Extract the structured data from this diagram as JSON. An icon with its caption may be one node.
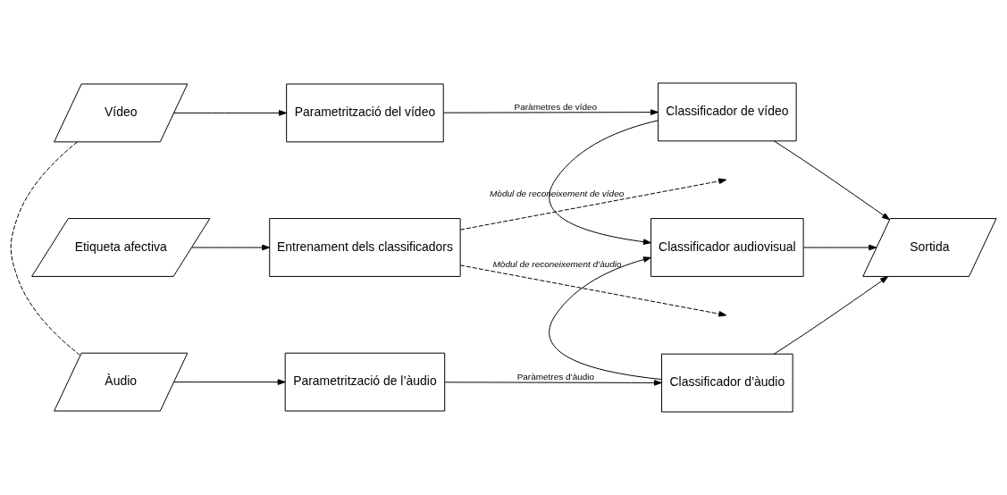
{
  "diagram": {
    "nodes": [
      {
        "text": [
          "Vídeo"
        ]
      },
      {
        "text": [
          "Parametrització del vídeo"
        ]
      },
      {
        "text": [
          "Classificador de vídeo"
        ]
      },
      {
        "text": [
          "Etiqueta afectiva"
        ]
      },
      {
        "text": [
          "Entrenament dels classificadors"
        ]
      },
      {
        "text": [
          "Classificador audiovisual"
        ]
      },
      {
        "text": [
          "Sortida"
        ]
      },
      {
        "text": [
          "Àudio"
        ]
      },
      {
        "text": [
          "Parametrització de l’àudio"
        ]
      },
      {
        "text": [
          "Classificador d’àudio"
        ]
      }
    ],
    "edges": [
      {
        "from": 0,
        "to": 1,
        "arrow": "to"
      },
      {
        "from": 1,
        "to": 2,
        "arrow": "to",
        "label": "Paràmetres de vídeo"
      },
      {
        "from": 2,
        "to": 5,
        "arrow": "to"
      },
      {
        "from": 2,
        "to": 6,
        "arrow": "to"
      },
      {
        "from": 0,
        "to": 7,
        "arrow": "none",
        "style": "dashed"
      },
      {
        "from": 3,
        "to": 4,
        "arrow": "to"
      },
      {
        "from": 4,
        "to": null,
        "arrow": "to",
        "style": "dashed",
        "label": "Mòdul de reconeixement de vídeo"
      },
      {
        "from": 4,
        "to": null,
        "arrow": "to",
        "style": "dashed",
        "label": "Mòdul de reconeixement d’àudio"
      },
      {
        "from": 5,
        "to": 6,
        "arrow": "to"
      },
      {
        "from": 9,
        "to": 5,
        "arrow": "to"
      },
      {
        "from": 9,
        "to": 6,
        "arrow": "to"
      },
      {
        "from": 7,
        "to": 8,
        "arrow": "to"
      },
      {
        "from": 8,
        "to": 9,
        "arrow": "to",
        "label": "Paràmetres d’àudio"
      }
    ]
  }
}
